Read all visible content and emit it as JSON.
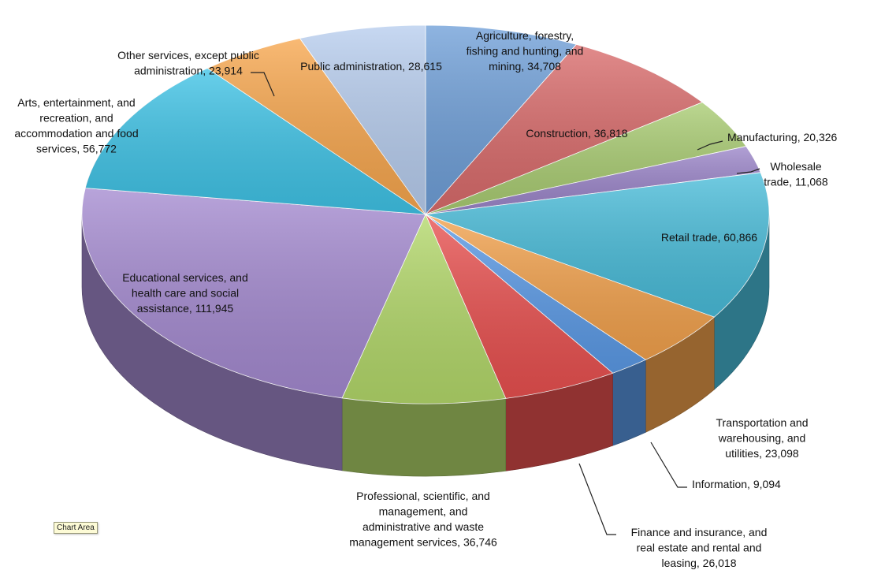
{
  "chart_data": {
    "type": "pie",
    "style": "3d",
    "categories": [
      "Agriculture, forestry, fishing and hunting, and mining",
      "Construction",
      "Manufacturing",
      "Wholesale trade",
      "Retail trade",
      "Transportation and warehousing, and utilities",
      "Information",
      "Finance and insurance, and real estate and rental and leasing",
      "Professional, scientific, and management, and administrative and waste management services",
      "Educational services, and health care and social assistance",
      "Arts, entertainment, and recreation, and accommodation and food services",
      "Other services, except public administration",
      "Public administration"
    ],
    "values": [
      34708,
      36818,
      20326,
      11068,
      60866,
      23098,
      9094,
      26018,
      36746,
      111945,
      56772,
      23914,
      28615
    ],
    "labels": [
      [
        "Agriculture, forestry,",
        "fishing and hunting, and",
        "mining, 34,708"
      ],
      [
        "Construction, 36,818"
      ],
      [
        "Manufacturing, 20,326"
      ],
      [
        "Wholesale",
        "trade, 11,068"
      ],
      [
        "Retail trade, 60,866"
      ],
      [
        "Transportation and",
        "warehousing, and",
        "utilities, 23,098"
      ],
      [
        "Information, 9,094"
      ],
      [
        "Finance and insurance, and",
        "real estate and rental and",
        "leasing, 26,018"
      ],
      [
        "Professional, scientific, and",
        "management, and",
        "administrative and waste",
        "management services, 36,746"
      ],
      [
        "Educational services, and",
        "health care and social",
        "assistance, 111,945"
      ],
      [
        "Arts, entertainment, and",
        "recreation, and",
        "accommodation and food",
        "services, 56,772"
      ],
      [
        "Other services, except public",
        "administration, 23,914"
      ],
      [
        "Public administration, 28,615"
      ]
    ],
    "colors": [
      "#6f9fd8",
      "#d96b6b",
      "#a9cc72",
      "#9b85c9",
      "#49bcd9",
      "#f2a14c",
      "#5b9ae6",
      "#e8504f",
      "#b3d86a",
      "#a48ad0",
      "#3fc3e6",
      "#f7a64d",
      "#b7cdee"
    ],
    "legend": "none",
    "grid": false
  },
  "tooltip": "Chart Area"
}
